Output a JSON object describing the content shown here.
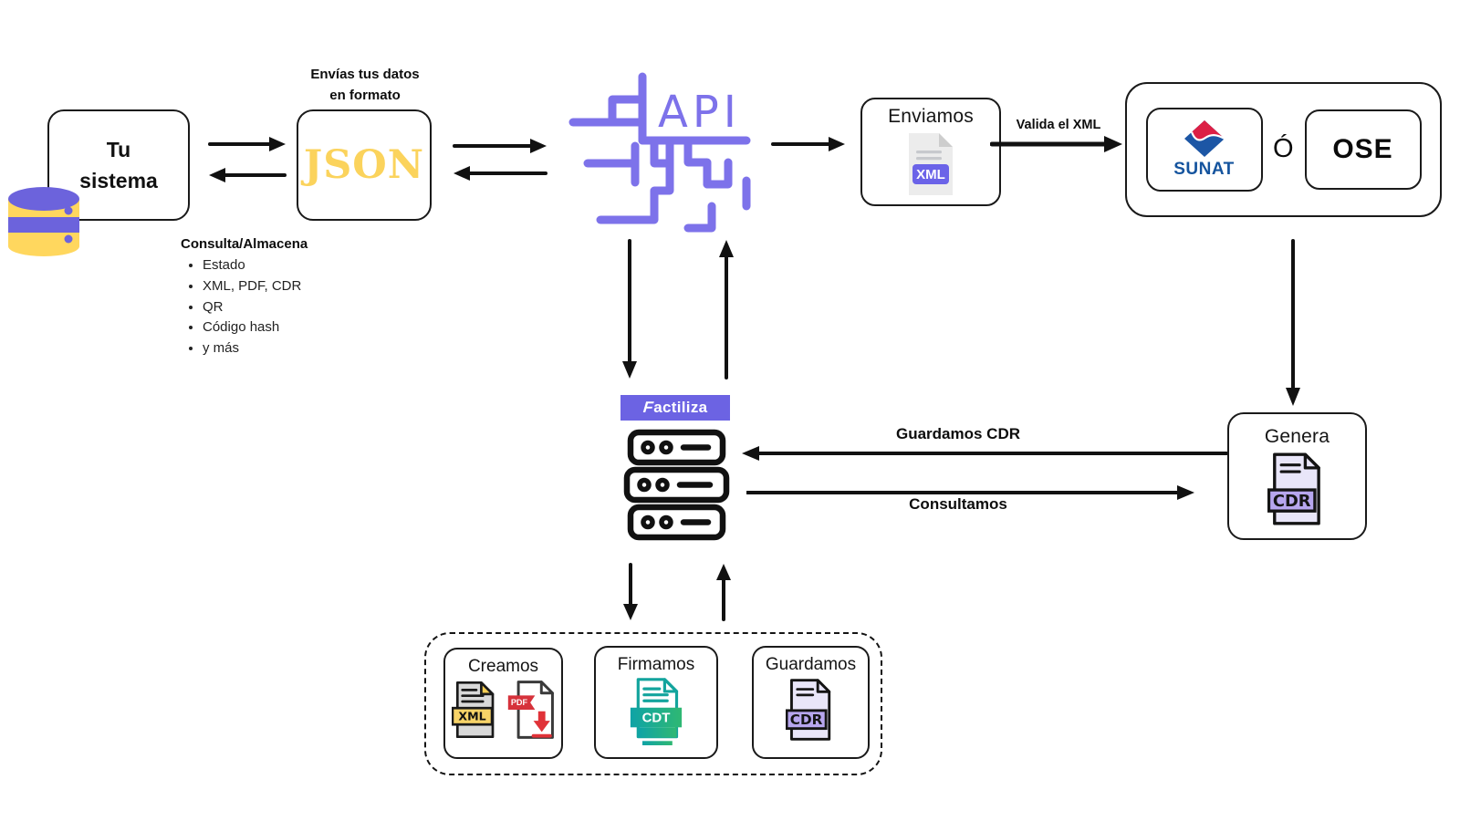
{
  "sistema": {
    "title_line1": "Tu",
    "title_line2": "sistema"
  },
  "json_box": {
    "caption_line1": "Envías tus datos",
    "caption_line2": "en formato",
    "label": "JSON"
  },
  "consulta": {
    "title": "Consulta/Almacena",
    "items": [
      "Estado",
      "XML, PDF, CDR",
      "QR",
      "Código hash",
      "y más"
    ]
  },
  "api": {
    "label": "API"
  },
  "enviamos": {
    "title": "Enviamos",
    "badge": "XML"
  },
  "valida": {
    "label": "Valida el XML"
  },
  "validators": {
    "sunat": "SUNAT",
    "or": "Ó",
    "ose": "OSE"
  },
  "genera": {
    "title": "Genera",
    "badge": "CDR"
  },
  "factiliza": {
    "brand_f": "F",
    "brand_rest": "actiliza"
  },
  "flows": {
    "guardamos_cdr": "Guardamos CDR",
    "consultamos": "Consultamos"
  },
  "pipeline": {
    "creamos": {
      "title": "Creamos",
      "xml_badge": "XML",
      "pdf_badge": "PDF"
    },
    "firmamos": {
      "title": "Firmamos",
      "badge": "CDT"
    },
    "guardamos": {
      "title": "Guardamos",
      "badge": "CDR"
    }
  },
  "colors": {
    "brand_purple": "#6C63E3",
    "api_purple": "#7D72EA",
    "db_purple": "#6C63DC",
    "yellow": "#FFD75E",
    "json_yellow": "#FBD35C",
    "xml_band_yellow": "#F7D368",
    "teal": "#13A49D",
    "teal_gradient_end": "#2FB873",
    "pdf_red": "#D6323B",
    "sunat_red": "#DC1F45",
    "sunat_blue": "#15549E",
    "cdr_lavender": "#E9E6F9",
    "cdr_band": "#B7A6EE",
    "line_black": "#111111",
    "doc_gray": "#ECECEC"
  }
}
